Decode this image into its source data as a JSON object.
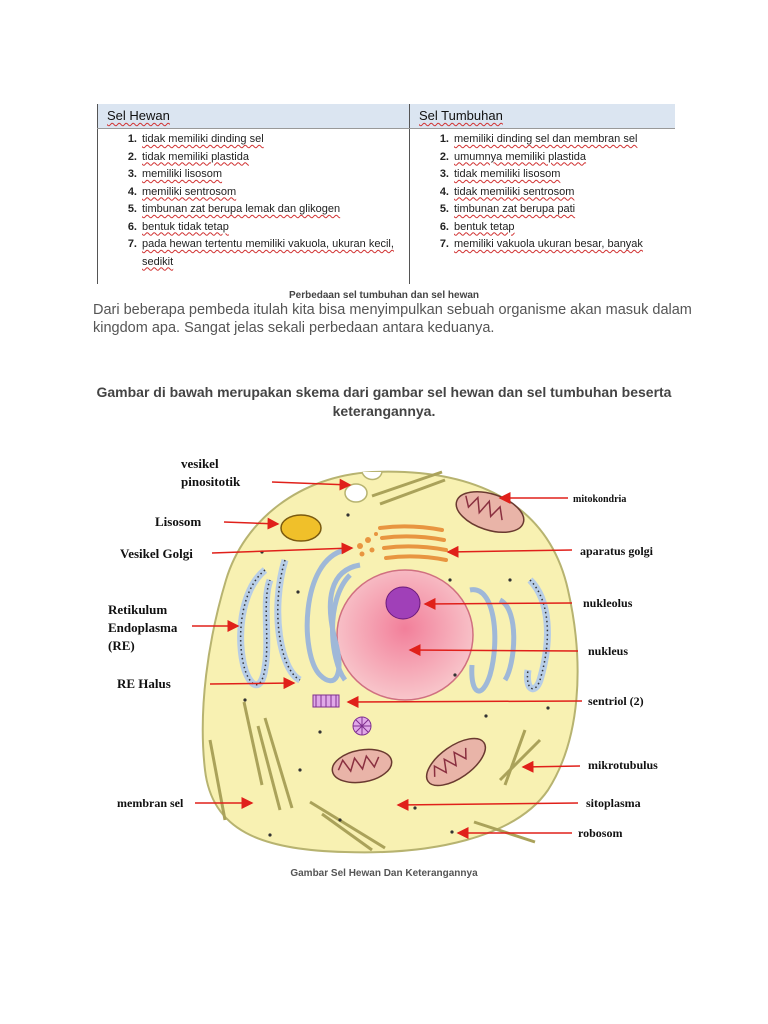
{
  "table": {
    "animal_header": "Sel Hewan",
    "plant_header": "Sel Tumbuhan",
    "animal_items": [
      {
        "num": "1.",
        "text": "tidak memiliki dinding sel"
      },
      {
        "num": "2.",
        "text": "tidak memiliki plastida"
      },
      {
        "num": "3.",
        "text": "memiliki lisosom"
      },
      {
        "num": "4.",
        "text": "memiliki sentrosom"
      },
      {
        "num": "5.",
        "text": "timbunan zat berupa lemak dan glikogen"
      },
      {
        "num": "6.",
        "text": "bentuk tidak tetap"
      },
      {
        "num": "7.",
        "text": "pada hewan tertentu memiliki vakuola, ukuran kecil, sedikit"
      }
    ],
    "plant_items": [
      {
        "num": "1.",
        "text": "memiliki dinding sel dan membran sel"
      },
      {
        "num": "2.",
        "text": "umumnya memiliki plastida"
      },
      {
        "num": "3.",
        "text": "tidak memiliki lisosom"
      },
      {
        "num": "4.",
        "text": "tidak memiliki sentrosom"
      },
      {
        "num": "5.",
        "text": "timbunan zat berupa pati"
      },
      {
        "num": "6.",
        "text": "bentuk tetap"
      },
      {
        "num": "7.",
        "text": "memiliki vakuola ukuran besar, banyak"
      }
    ]
  },
  "table_caption": "Perbedaan sel tumbuhan dan sel hewan",
  "paragraph": "Dari beberapa pembeda itulah kita bisa menyimpulkan sebuah organisme akan masuk dalam kingdom apa. Sangat jelas sekali perbedaan antara keduanya.",
  "heading": "Gambar di bawah merupakan skema dari gambar sel hewan dan sel tumbuhan beserta keterangannya.",
  "diagram": {
    "labels": {
      "vesikel1": "vesikel",
      "vesikel2": "pinositotik",
      "lisosom": "Lisosom",
      "golgi_vesicle": "Vesikel Golgi",
      "re1": "Retikulum",
      "re2": "Endoplasma",
      "re3": "(RE)",
      "re_halus": "RE Halus",
      "membran": "membran sel",
      "mitokondria": "mitokondria",
      "aparatus": "aparatus golgi",
      "nukleolus": "nukleolus",
      "nukleus": "nukleus",
      "sentriol": "sentriol (2)",
      "mikrotubulus": "mikrotubulus",
      "sitoplasma": "sitoplasma",
      "robosom": "robosom"
    },
    "colors": {
      "cytoplasm": "#f8f1b2",
      "nucleus": "#f7b8c0",
      "nucleolus": "#a040b8",
      "mitochondria": "#e9b4a8",
      "golgi": "#e89540",
      "er": "#b7cde6",
      "arrow": "#e0201a"
    }
  },
  "diagram_caption": "Gambar Sel Hewan Dan Keterangannya"
}
